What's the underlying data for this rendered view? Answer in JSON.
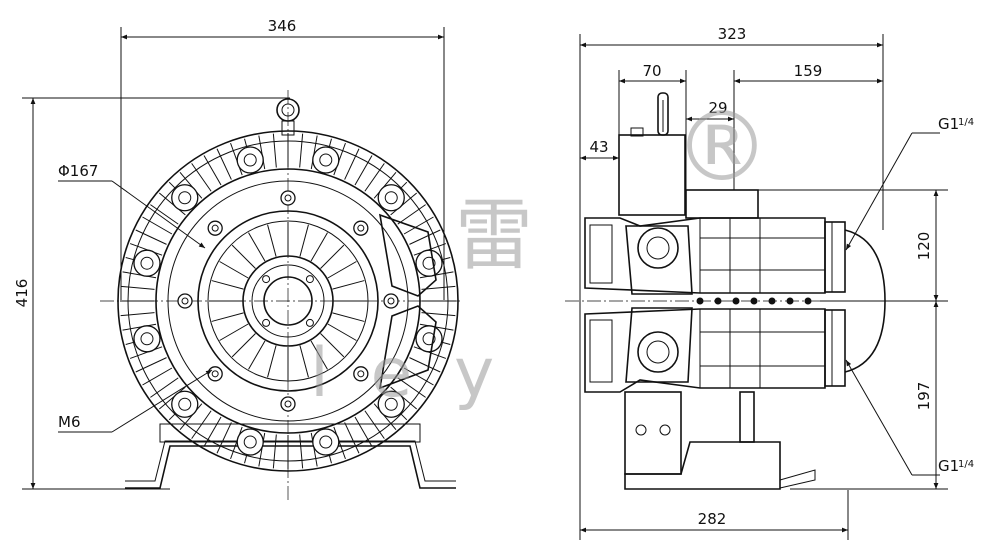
{
  "dimensions": {
    "front_width": "346",
    "front_height": "416",
    "flange_diameter": "Φ167",
    "thread_label": "M6",
    "side_total": "323",
    "side_offset_70": "70",
    "side_offset_159": "159",
    "side_offset_29": "29",
    "side_offset_43": "43",
    "height_upper": "120",
    "height_lower": "197",
    "base_length": "282"
  },
  "port_labels": {
    "upper_main": "G1",
    "upper_fraction": "1/4",
    "lower_main": "G1",
    "lower_fraction": "1/4"
  },
  "watermark": {
    "cn_text": "雷",
    "latin_text": "l e y",
    "trademark": "®"
  }
}
